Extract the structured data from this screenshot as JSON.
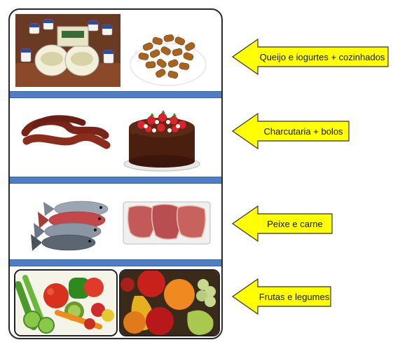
{
  "shelves": [
    {
      "label": "Queijo e iogurtes + cozinhados",
      "items": [
        "cheese-yogurt",
        "croquettes"
      ]
    },
    {
      "label": "Charcutaria + bolos",
      "items": [
        "sausages",
        "cake"
      ]
    },
    {
      "label": "Peixe e carne",
      "items": [
        "fish",
        "meat"
      ]
    },
    {
      "label": "Frutas e legumes",
      "items": [
        "vegetables",
        "fruits"
      ]
    }
  ],
  "colors": {
    "arrow_fill": "#ffff00",
    "arrow_stroke": "#333333",
    "shelf_bar": "#4f7ec8",
    "fridge_border": "#2a2a2a"
  }
}
